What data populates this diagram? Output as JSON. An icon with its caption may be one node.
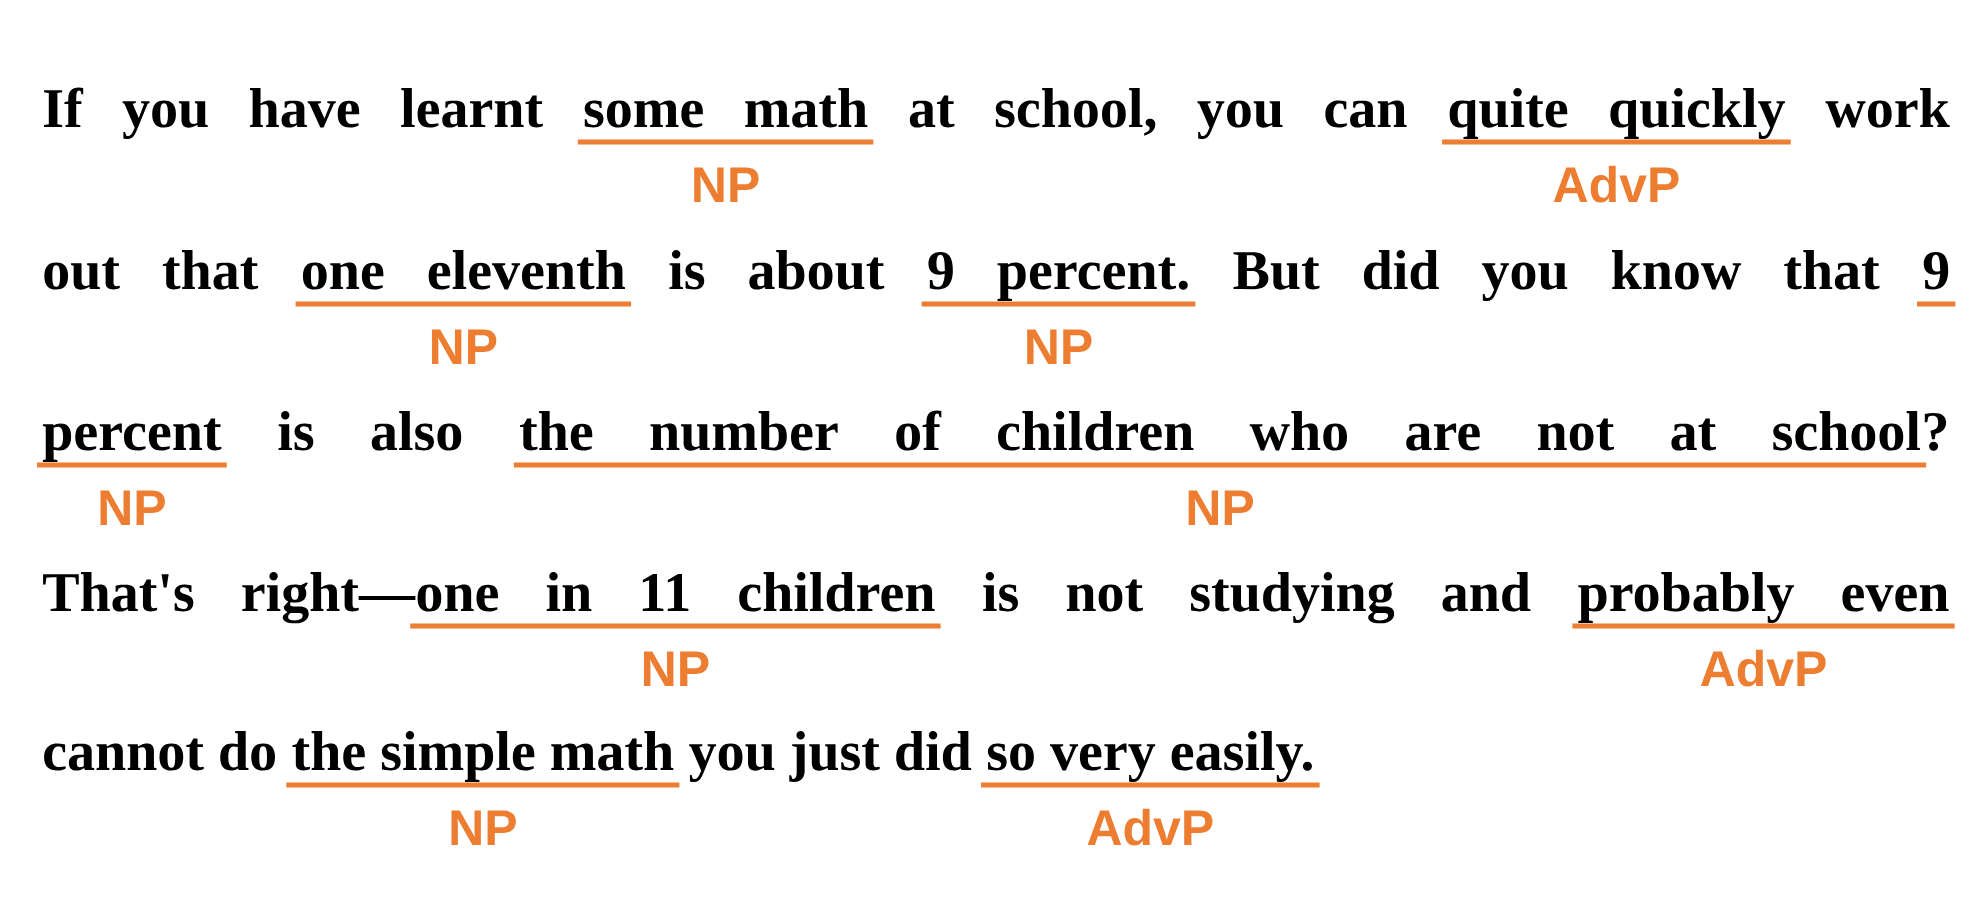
{
  "diagram": {
    "nodes": [
      {
        "text": [
          "some math"
        ],
        "beside": [
          "NP"
        ]
      },
      {
        "text": [
          "quite quickly"
        ],
        "beside": [
          "AdvP"
        ]
      },
      {
        "text": [
          "one eleventh"
        ],
        "beside": [
          "NP"
        ]
      },
      {
        "text": [
          "9 percent."
        ],
        "beside": [
          "NP"
        ]
      },
      {
        "text": [
          "9"
        ]
      },
      {
        "text": [
          "percent"
        ],
        "beside": [
          "NP"
        ]
      },
      {
        "text": [
          "the number of children who are not at school"
        ],
        "beside": [
          "NP"
        ]
      },
      {
        "text": [
          "one in 11 children"
        ],
        "beside": [
          "NP"
        ]
      },
      {
        "text": [
          "probably even"
        ],
        "beside": [
          "AdvP"
        ]
      },
      {
        "text": [
          "the simple math"
        ],
        "beside": [
          "NP"
        ]
      },
      {
        "text": [
          "so very easily."
        ],
        "beside": [
          "AdvP"
        ]
      }
    ],
    "labels": [
      "If you have learnt",
      "at school, you can",
      "work",
      "out that",
      "is about",
      "But did you know that",
      "is also",
      "?",
      "That's right—",
      "is not studying and",
      "cannot do",
      "you just did"
    ]
  }
}
